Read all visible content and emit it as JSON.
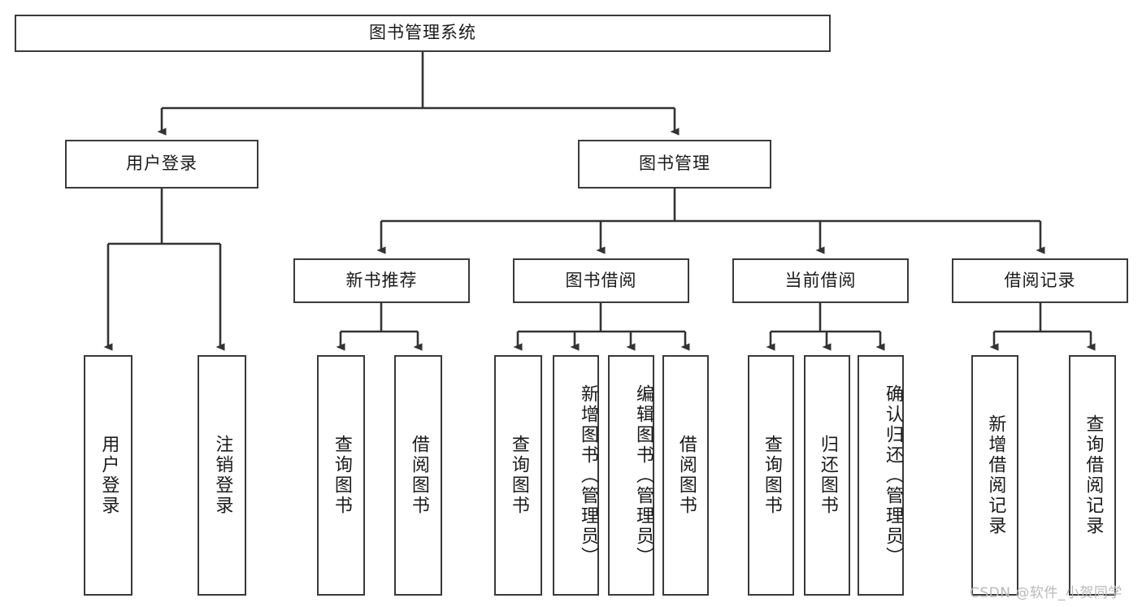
{
  "diagram": {
    "title": "图书管理系统",
    "type": "tree-hierarchy",
    "watermark": "CSDN @软件_小贺同学",
    "colors": {
      "box_border": "#3a3a3a",
      "box_fill": "#ffffff",
      "connector": "#333333",
      "text": "#1a1a1a",
      "watermark": "#b9b9b9",
      "background": "#ffffff"
    },
    "root": {
      "label": "图书管理系统"
    },
    "level2": [
      {
        "label": "用户登录"
      },
      {
        "label": "图书管理"
      }
    ],
    "level3": [
      {
        "label": "新书推荐"
      },
      {
        "label": "图书借阅"
      },
      {
        "label": "当前借阅"
      },
      {
        "label": "借阅记录"
      }
    ],
    "leaves": [
      {
        "label": "用户登录",
        "parent": "用户登录"
      },
      {
        "label": "注销登录",
        "parent": "用户登录"
      },
      {
        "label": "查询图书",
        "parent": "新书推荐"
      },
      {
        "label": "借阅图书",
        "parent": "新书推荐"
      },
      {
        "label": "查询图书",
        "parent": "图书借阅"
      },
      {
        "label": "新增图书（管理员）",
        "parent": "图书借阅"
      },
      {
        "label": "编辑图书（管理员）",
        "parent": "图书借阅"
      },
      {
        "label": "借阅图书",
        "parent": "图书借阅"
      },
      {
        "label": "查询图书",
        "parent": "当前借阅"
      },
      {
        "label": "归还图书",
        "parent": "当前借阅"
      },
      {
        "label": "确认归还（管理员）",
        "parent": "当前借阅"
      },
      {
        "label": "新增借阅记录",
        "parent": "借阅记录"
      },
      {
        "label": "查询借阅记录",
        "parent": "借阅记录"
      }
    ]
  }
}
